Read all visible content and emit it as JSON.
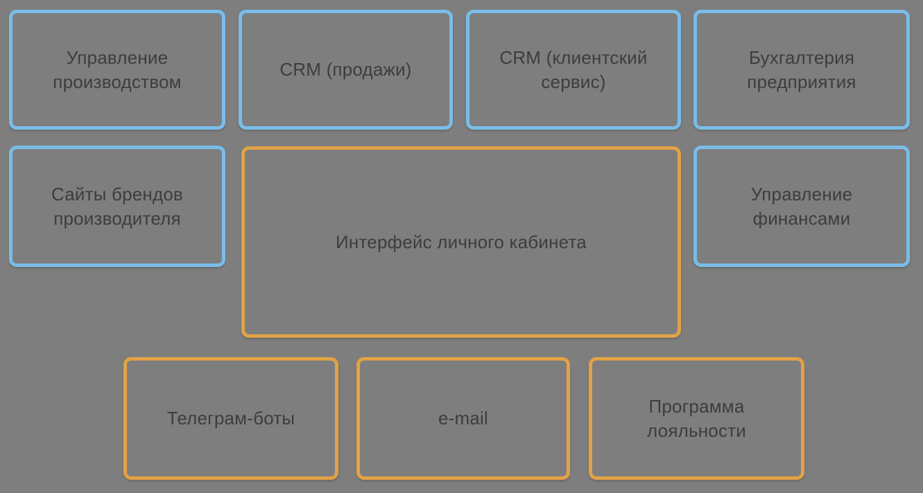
{
  "theme": {
    "background": "#7e7e7e",
    "text_color": "#3d3d3d",
    "blue_border": "#79bde8",
    "orange_border": "#e2a245"
  },
  "diagram": {
    "nodes": [
      {
        "id": "production-management",
        "label": "Управление производством",
        "border": "blue"
      },
      {
        "id": "crm-sales",
        "label": "CRM (продажи)",
        "border": "blue"
      },
      {
        "id": "crm-client-service",
        "label": "CRM (клиентский сервис)",
        "border": "blue"
      },
      {
        "id": "accounting",
        "label": "Бухгалтерия предприятия",
        "border": "blue"
      },
      {
        "id": "brand-websites",
        "label": "Сайты брендов производителя",
        "border": "blue"
      },
      {
        "id": "personal-account-interface",
        "label": "Интерфейс личного кабинета",
        "border": "orange"
      },
      {
        "id": "finance-management",
        "label": "Управление финансами",
        "border": "blue"
      },
      {
        "id": "telegram-bots",
        "label": "Телеграм-боты",
        "border": "orange"
      },
      {
        "id": "email",
        "label": "e-mail",
        "border": "orange"
      },
      {
        "id": "loyalty-program",
        "label": "Программа лояльности",
        "border": "orange"
      }
    ]
  }
}
